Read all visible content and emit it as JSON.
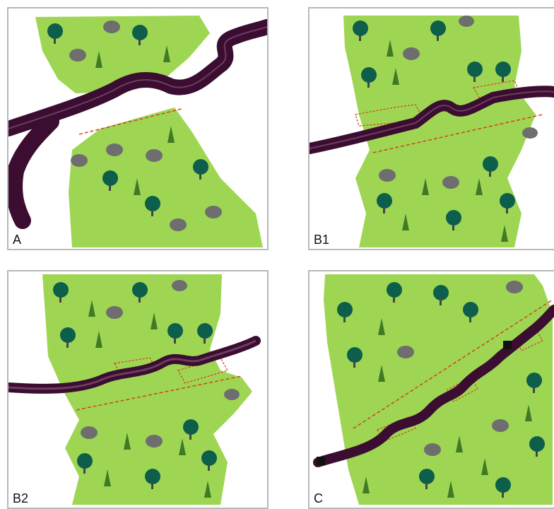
{
  "panels": {
    "a": {
      "label": "A"
    },
    "b1": {
      "label": "B1"
    },
    "b2": {
      "label": "B2"
    },
    "c": {
      "label": "C"
    }
  },
  "colors": {
    "forest": "#9ed654",
    "road": "#3b0d30",
    "road_edge": "#5b2a50",
    "buffer": "#d6401a",
    "tree_dark": "#0d5e4a",
    "tree_grey": "#6e6e6e",
    "conifer": "#3f7a24"
  },
  "icons": [
    "deciduous-tree-icon",
    "grey-tree-icon",
    "conifer-tree-icon"
  ]
}
